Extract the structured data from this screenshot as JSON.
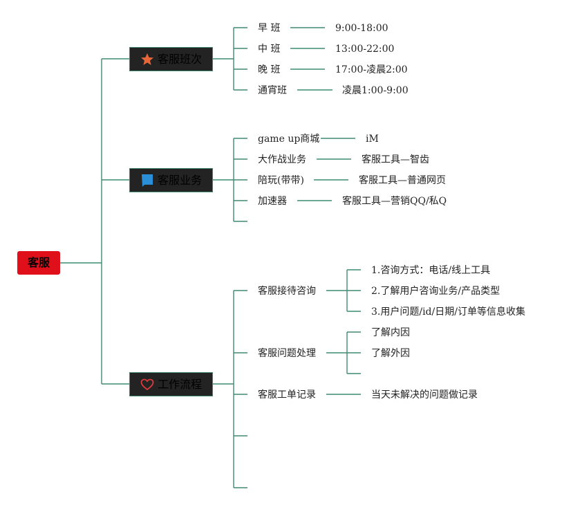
{
  "colors": {
    "root_fill": "#e0101a",
    "branch_fill": "#232323",
    "connector": "#3f8a73",
    "text": "#222222",
    "star_icon": "#e8673a",
    "flag_icon": "#2b8fd8",
    "heart_icon": "#d93a3a"
  },
  "root": {
    "label": "客服"
  },
  "branches": [
    {
      "label": "客服班次",
      "icon": "star-icon",
      "children": [
        {
          "label": "早 班",
          "detail": "9:00-18:00"
        },
        {
          "label": "中 班",
          "detail": "13:00-22:00"
        },
        {
          "label": "晚 班",
          "detail": "17:00-凌晨2:00"
        },
        {
          "label": "通宵班",
          "detail": "凌晨1:00-9:00"
        }
      ]
    },
    {
      "label": "客服业务",
      "icon": "flag-icon",
      "children": [
        {
          "label": "game up商城",
          "detail": "iM"
        },
        {
          "label": "大作战业务",
          "detail": "客服工具—智齿"
        },
        {
          "label": "陪玩(带带)",
          "detail": "客服工具—普通网页"
        },
        {
          "label": "加速器",
          "detail": "客服工具—营销QQ/私Q"
        },
        {
          "label": "",
          "detail": ""
        }
      ]
    },
    {
      "label": "工作流程",
      "icon": "heart-icon",
      "children": [
        {
          "label": "客服接待咨询",
          "subitems": [
            "1.咨询方式：电话/线上工具",
            "2.了解用户咨询业务/产品类型",
            "3.用户问题/id/日期/订单等信息收集"
          ]
        },
        {
          "label": "客服问题处理",
          "subitems": [
            "了解内因",
            "了解外因",
            ""
          ]
        },
        {
          "label": "客服工单记录",
          "subitems": [
            "当天未解决的问题做记录"
          ]
        },
        {
          "label": ""
        },
        {
          "label": ""
        }
      ]
    }
  ]
}
